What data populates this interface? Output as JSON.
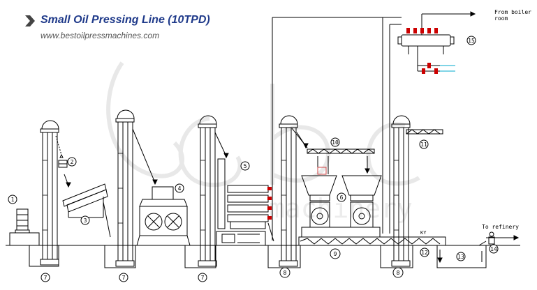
{
  "header": {
    "title": "Small Oil Pressing Line (10TPD)",
    "url": "www.bestoilpressmachines.com"
  },
  "annotations": {
    "from_boiler_line1": "From boiler",
    "from_boiler_line2": "room",
    "to_refinery": "To refinery",
    "conveyor_tag": "KY"
  },
  "watermark": {
    "text": "machinery"
  },
  "equipment_numbers": [
    "1",
    "2",
    "3",
    "4",
    "5",
    "6",
    "7",
    "8",
    "9",
    "10",
    "11",
    "12",
    "13",
    "14",
    "15"
  ],
  "colors": {
    "title": "#1f3a8a",
    "line": "#000000",
    "valve": "#cc0000",
    "pipe": "#00aacc",
    "watermark": "#e6e6e6"
  }
}
